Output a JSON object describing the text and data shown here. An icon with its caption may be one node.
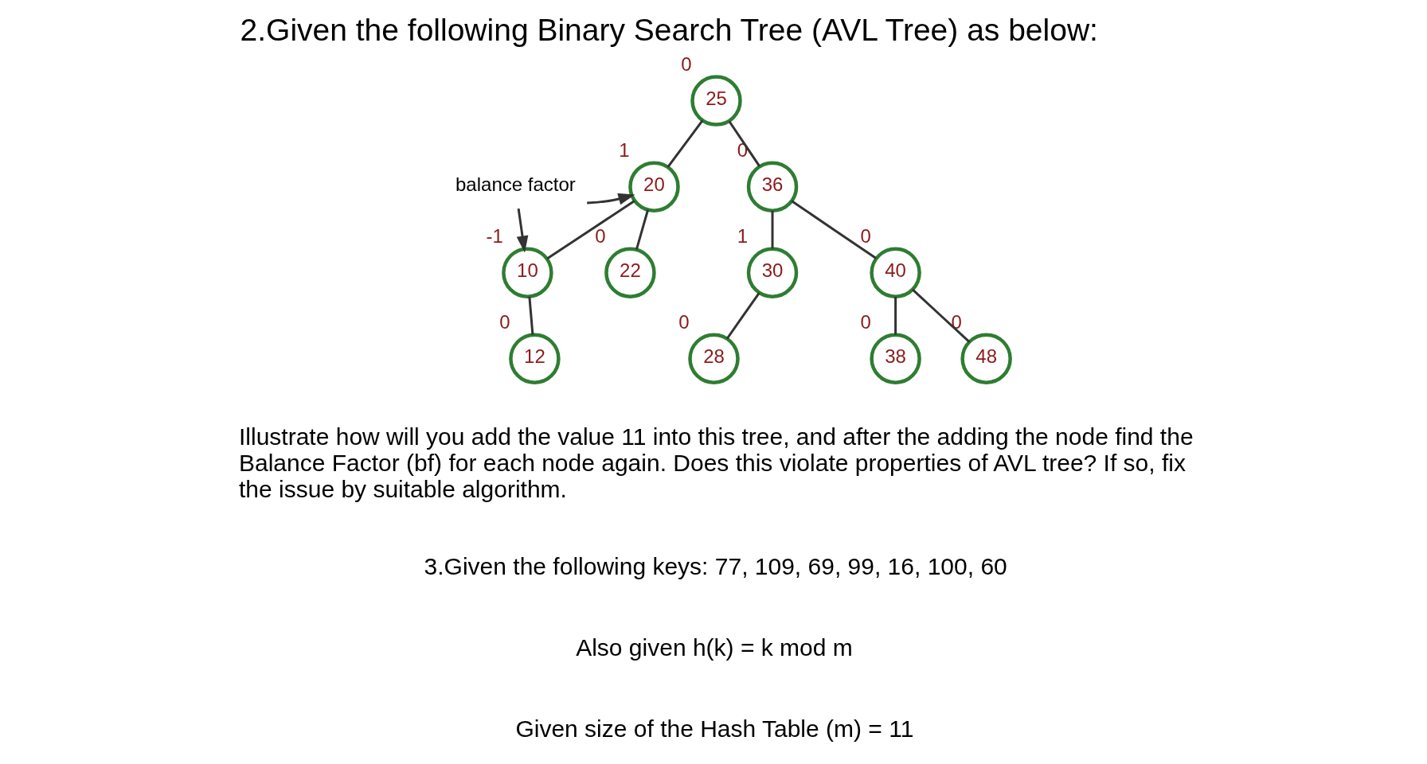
{
  "diagram": {
    "title": "2.Given the following Binary Search Tree (AVL Tree) as below:",
    "nodes": [
      {
        "text": [
          "25"
        ],
        "beside": [
          "0"
        ]
      },
      {
        "text": [
          "20"
        ],
        "beside": [
          "1"
        ]
      },
      {
        "text": [
          "36"
        ],
        "beside": [
          "0"
        ]
      },
      {
        "text": [
          "10"
        ],
        "beside": [
          "-1"
        ]
      },
      {
        "text": [
          "22"
        ],
        "beside": [
          "0"
        ]
      },
      {
        "text": [
          "30"
        ],
        "beside": [
          "1"
        ]
      },
      {
        "text": [
          "40"
        ],
        "beside": [
          "0"
        ]
      },
      {
        "text": [
          "12"
        ],
        "beside": [
          "0"
        ]
      },
      {
        "text": [
          "28"
        ],
        "beside": [
          "0"
        ]
      },
      {
        "text": [
          "38"
        ],
        "beside": [
          "0"
        ]
      },
      {
        "text": [
          "48"
        ],
        "beside": [
          "0"
        ]
      },
      {
        "text": [
          "balance factor"
        ]
      }
    ],
    "edges": [
      {
        "from": 0,
        "to": 1,
        "arrow": "none"
      },
      {
        "from": 0,
        "to": 2,
        "arrow": "none"
      },
      {
        "from": 1,
        "to": 3,
        "arrow": "none"
      },
      {
        "from": 1,
        "to": 4,
        "arrow": "none"
      },
      {
        "from": 2,
        "to": 5,
        "arrow": "none"
      },
      {
        "from": 2,
        "to": 6,
        "arrow": "none"
      },
      {
        "from": 3,
        "to": 7,
        "arrow": "none"
      },
      {
        "from": 5,
        "to": 8,
        "arrow": "none"
      },
      {
        "from": 6,
        "to": 9,
        "arrow": "none"
      },
      {
        "from": 6,
        "to": 10,
        "arrow": "none"
      },
      {
        "from": 11,
        "to": 1,
        "arrow": "to"
      },
      {
        "from": 11,
        "to": 3,
        "arrow": "to"
      }
    ],
    "labels": [
      "Illustrate how will you add the value 11 into this tree, and after the adding the node find the Balance Factor (bf) for each node again. Does this violate properties of AVL tree? If so, fix the issue by suitable algorithm.",
      "3.Given the following keys: 77, 109, 69, 99, 16, 100, 60",
      "Also given h(k) = k mod m",
      "Given size of the Hash Table (m) = 11"
    ]
  }
}
